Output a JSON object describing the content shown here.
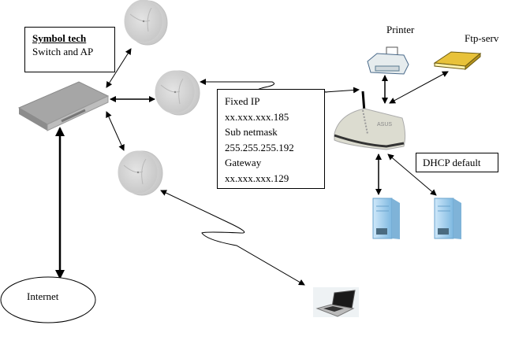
{
  "switch_box": {
    "title": "Symbol tech",
    "subtitle": "Switch and AP"
  },
  "ip_box": {
    "lines": [
      "Fixed IP",
      "xx.xxx.xxx.185",
      "Sub netmask",
      "255.255.255.192",
      "Gateway",
      "xx.xxx.xxx.129"
    ]
  },
  "dhcp_box": {
    "label": "DHCP default"
  },
  "labels": {
    "printer": "Printer",
    "ftp": "Ftp-serv",
    "internet": "Internet"
  },
  "nodes": [
    {
      "id": "switch",
      "icon": "network-switch-icon"
    },
    {
      "id": "ap1",
      "icon": "access-point-icon"
    },
    {
      "id": "ap2",
      "icon": "access-point-icon"
    },
    {
      "id": "ap3",
      "icon": "access-point-icon"
    },
    {
      "id": "router",
      "icon": "wireless-router-icon"
    },
    {
      "id": "printer",
      "icon": "printer-icon"
    },
    {
      "id": "ftp",
      "icon": "ftp-server-icon"
    },
    {
      "id": "pc1",
      "icon": "desktop-tower-icon"
    },
    {
      "id": "pc2",
      "icon": "desktop-tower-icon"
    },
    {
      "id": "laptop",
      "icon": "laptop-icon"
    },
    {
      "id": "internet",
      "icon": "internet-cloud-icon"
    }
  ],
  "colors": {
    "ap_gray": "#d4d4d4",
    "switch_gray": "#9a9a9a",
    "router_body": "#d8d8cc",
    "ftp_yellow": "#e8c23a",
    "pc_blue": "#a9d4f0"
  }
}
